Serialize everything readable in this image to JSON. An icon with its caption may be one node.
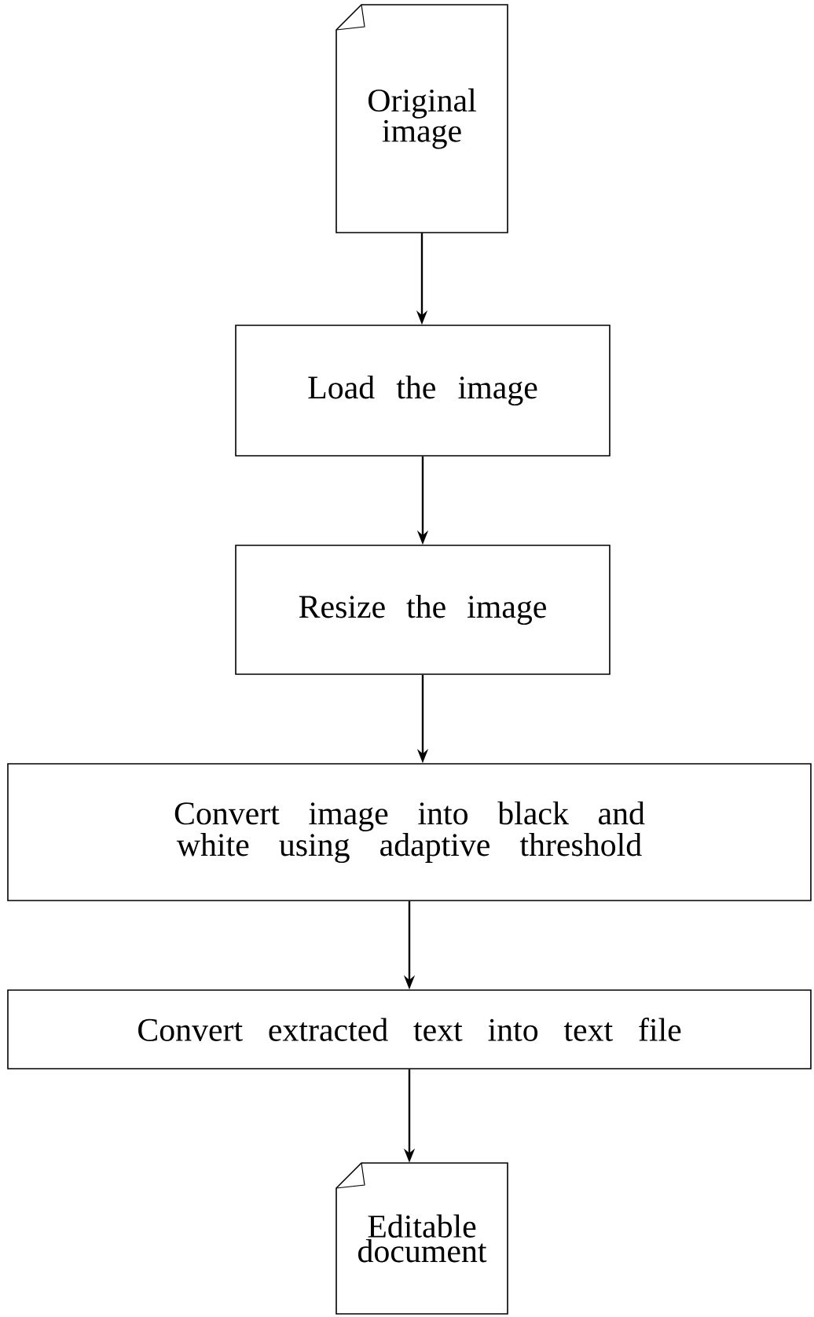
{
  "diagram": {
    "nodes": [
      {
        "text": [
          "Original image"
        ]
      },
      {
        "text": [
          "Load the image"
        ]
      },
      {
        "text": [
          "Resize the image"
        ]
      },
      {
        "text": [
          "Convert image into black and white using adaptive threshold"
        ]
      },
      {
        "text": [
          "Convert extracted text into text file"
        ]
      },
      {
        "text": [
          "Editable document"
        ]
      }
    ],
    "edges": [
      {
        "from": 0,
        "to": 1,
        "arrow": "to"
      },
      {
        "from": 1,
        "to": 2,
        "arrow": "to"
      },
      {
        "from": 2,
        "to": 3,
        "arrow": "to"
      },
      {
        "from": 3,
        "to": 4,
        "arrow": "to"
      },
      {
        "from": 4,
        "to": 5,
        "arrow": "to"
      }
    ]
  }
}
